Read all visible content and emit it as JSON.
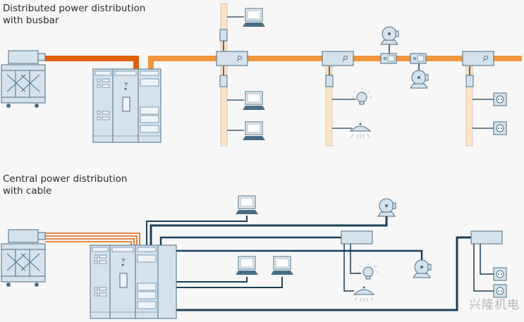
{
  "sections": [
    {
      "id": "busbar",
      "title_line1": "Distributed power distribution",
      "title_line2": "with busbar"
    },
    {
      "id": "cable",
      "title_line1": "Central power distribution",
      "title_line2": "with cable"
    }
  ],
  "watermark": "兴隆机电",
  "colors": {
    "busbar_main": "#f0963c",
    "busbar_feed": "#e0620f",
    "busbar_riser": "#fbe3cc",
    "cable": "#1c3f57",
    "equipment_fill": "#d5e2ec",
    "equipment_stroke": "#4a6d85",
    "background": "#f7f7f7"
  },
  "components": {
    "busbar_section": [
      "transformer",
      "switchgear",
      "tap-off-box",
      "tap-off-box",
      "tap-off-box",
      "computer",
      "computer",
      "computer",
      "lamp",
      "ceiling-light",
      "motor",
      "motor",
      "socket",
      "socket"
    ],
    "cable_section": [
      "transformer",
      "switchgear",
      "distribution-box",
      "distribution-box",
      "computer",
      "computer",
      "computer",
      "lamp",
      "ceiling-light",
      "motor",
      "motor",
      "socket",
      "socket"
    ]
  }
}
